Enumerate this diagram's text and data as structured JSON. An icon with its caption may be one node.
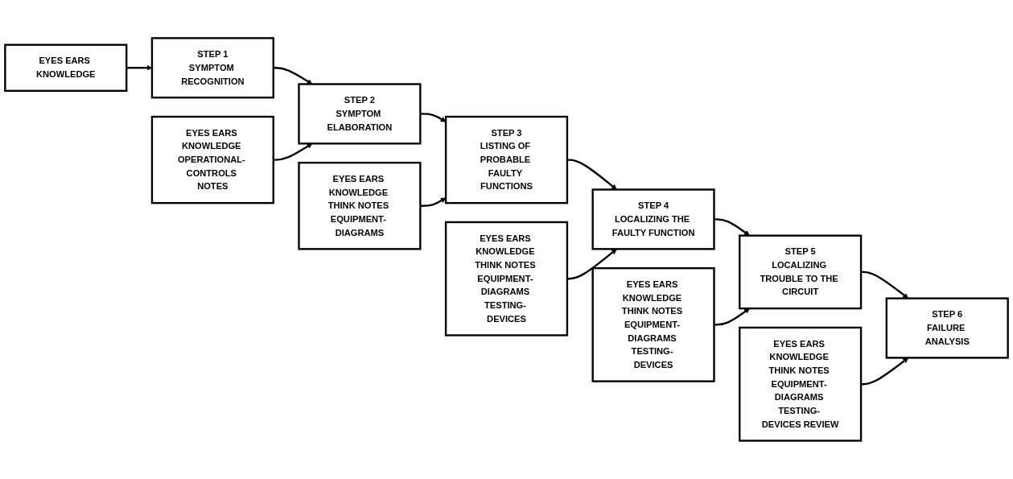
{
  "diagram": {
    "nodes": [
      {
        "text": [
          "STEP 1",
          "SYMPTOM RECOGNITION"
        ]
      },
      {
        "text": [
          "STEP 2",
          "SYMPTOM ELABORATION"
        ]
      },
      {
        "text": [
          "STEP 3",
          "LISTING OF PROBABLE FAULTY FUNCTIONS"
        ]
      },
      {
        "text": [
          "STEP 4",
          "LOCALIZING THE FAULTY FUNCTION"
        ]
      },
      {
        "text": [
          "STEP 5",
          "LOCALIZING TROUBLE TO THE CIRCUIT"
        ]
      },
      {
        "text": [
          "STEP 6",
          "FAILURE ANALYSIS"
        ]
      },
      {
        "text": [
          "EYES EARS KNOWLEDGE"
        ]
      },
      {
        "text": [
          "EYES EARS KNOWLEDGE OPERATIONAL- CONTROLS NOTES"
        ]
      },
      {
        "text": [
          "EYES EARS KNOWLEDGE THINK NOTES EQUIPMENT- DIAGRAMS"
        ]
      },
      {
        "text": [
          "EYES EARS KNOWLEDGE THINK NOTES EQUIPMENT- DIAGRAMS TESTING- DEVICES"
        ]
      },
      {
        "text": [
          "EYES EARS KNOWLEDGE THINK NOTES EQUIPMENT- DIAGRAMS TESTING- DEVICES"
        ]
      },
      {
        "text": [
          "EYES EARS KNOWLEDGE THINK NOTES EQUIPMENT- DIAGRAMS TESTING- DEVICES REVIEW"
        ]
      }
    ],
    "edges": [
      {
        "from": 0,
        "to": 1,
        "arrow": "to"
      },
      {
        "from": 1,
        "to": 2,
        "arrow": "to"
      },
      {
        "from": 2,
        "to": 3,
        "arrow": "to"
      },
      {
        "from": 3,
        "to": 4,
        "arrow": "to"
      },
      {
        "from": 4,
        "to": 5,
        "arrow": "to"
      },
      {
        "from": 6,
        "to": 0,
        "arrow": "to"
      },
      {
        "from": 7,
        "to": 1,
        "arrow": "to"
      },
      {
        "from": 8,
        "to": 2,
        "arrow": "to"
      },
      {
        "from": 9,
        "to": 3,
        "arrow": "to"
      },
      {
        "from": 10,
        "to": 4,
        "arrow": "to"
      },
      {
        "from": 11,
        "to": 5,
        "arrow": "to"
      }
    ]
  }
}
